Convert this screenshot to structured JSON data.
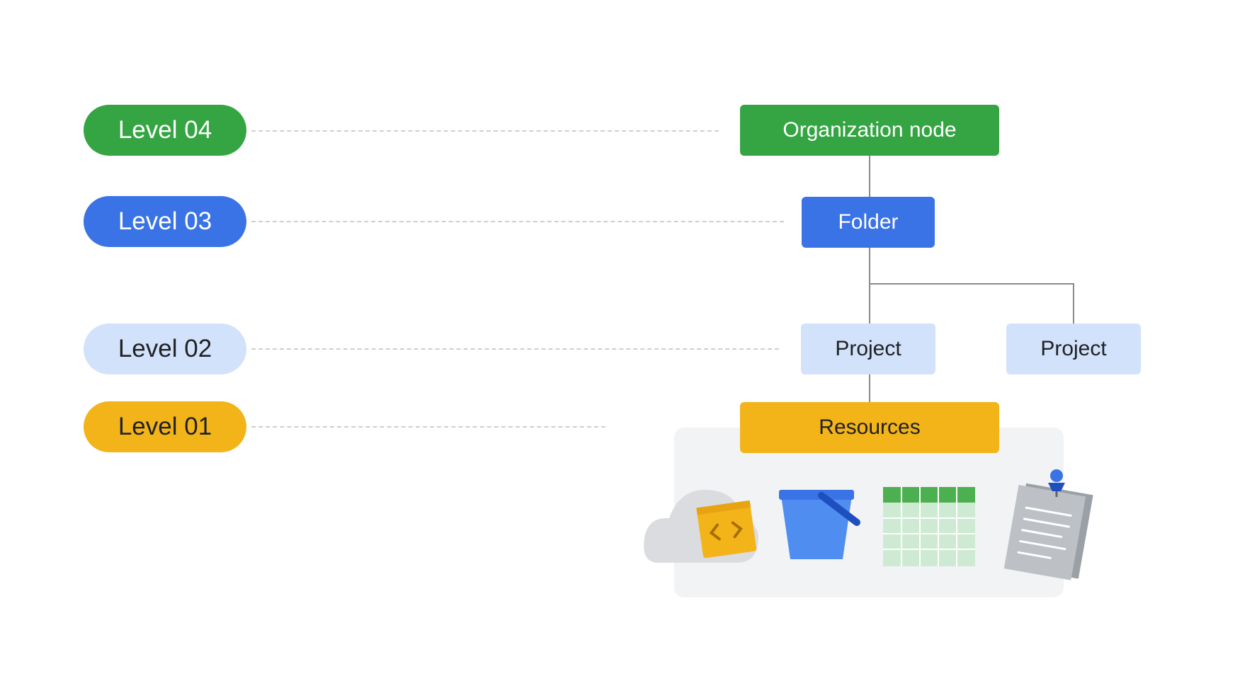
{
  "levels": [
    {
      "label": "Level 04",
      "color": "#34a542"
    },
    {
      "label": "Level 03",
      "color": "#3a73e6"
    },
    {
      "label": "Level 02",
      "color": "#d2e2fb"
    },
    {
      "label": "Level 01",
      "color": "#f3b41a"
    }
  ],
  "nodes": {
    "organization": "Organization node",
    "folder": "Folder",
    "project_1": "Project",
    "project_2": "Project",
    "resources": "Resources"
  },
  "resource_icons": [
    "cloud-code-icon",
    "storage-bucket-icon",
    "table-grid-icon",
    "pinned-document-icon"
  ]
}
